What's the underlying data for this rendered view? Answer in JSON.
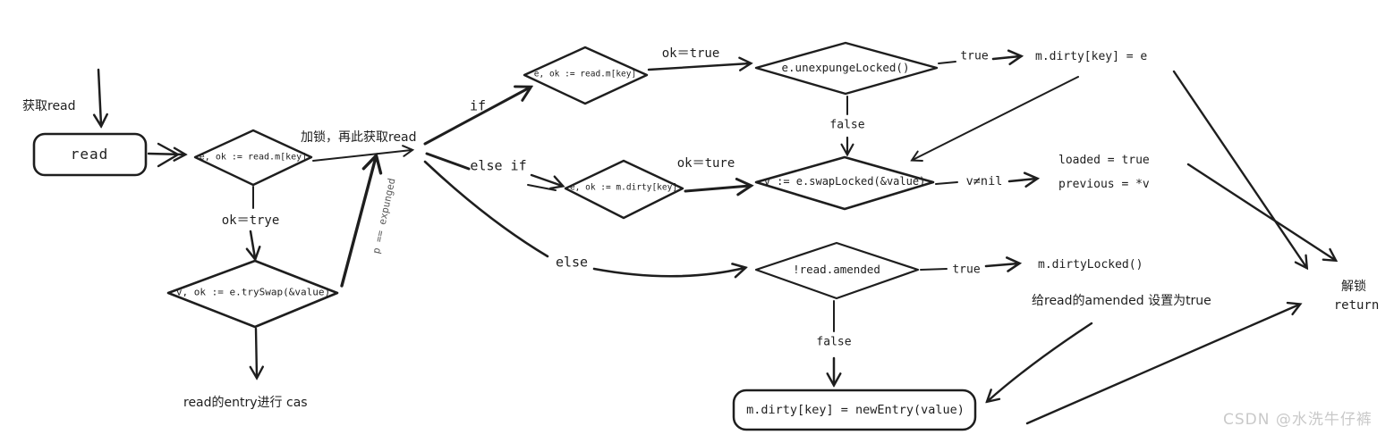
{
  "nodes": {
    "read": {
      "text": "read"
    },
    "read_m_key_top": {
      "text": "e, ok := read.m[key]"
    },
    "try_swap": {
      "text": "v, ok := e.trySwap(&value)"
    },
    "read_m_key_if": {
      "text": "e, ok := read.m[key]"
    },
    "unexpunge_locked": {
      "text": "e.unexpungeLocked()"
    },
    "m_dirty_key": {
      "text": "e, ok := m.dirty[key]"
    },
    "swap_locked": {
      "text": "v := e.swapLocked(&value)"
    },
    "read_amended": {
      "text": "!read.amended"
    },
    "new_entry": {
      "text": "m.dirty[key] = newEntry(value)"
    }
  },
  "edge_labels": {
    "ok_trye": "ok＝trye",
    "if": "if",
    "else_if": "else if",
    "else": "else",
    "ok_true": "ok＝true",
    "ok_ture": "ok＝ture",
    "true_unexpunge": "true",
    "false_unexpunge": "false",
    "v_not_nil": "v≠nil",
    "true_amended": "true",
    "false_amended": "false",
    "p_expunged": "p == expunged"
  },
  "annotations": {
    "get_read": "获取read",
    "lock_again": "加锁，再此获取read",
    "read_entry_cas": "read的entry进行 cas",
    "m_dirty_e": "m.dirty[key] = e",
    "loaded_true": "loaded = true",
    "previous_v": "previous = *v",
    "m_dirty_locked": "m.dirtyLocked()",
    "set_amended": "给read的amended 设置为true",
    "unlock": "解锁",
    "return": "return"
  },
  "watermark": "CSDN @水洗牛仔裤",
  "colors": {
    "stroke": "#1e1e1e",
    "background": "#ffffff",
    "watermark": "#c9c9c9"
  }
}
